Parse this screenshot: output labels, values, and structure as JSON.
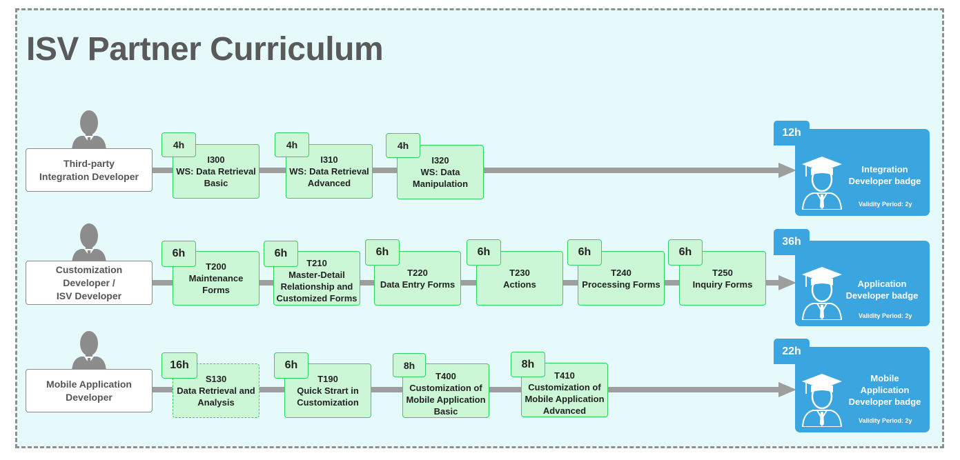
{
  "title": "ISV Partner Curriculum",
  "rows": [
    {
      "role": "Third-party\nIntegration Developer",
      "courses": [
        {
          "hours": "4h",
          "label": "I300\nWS: Data Retrieval\nBasic"
        },
        {
          "hours": "4h",
          "label": "I310\nWS: Data Retrieval\nAdvanced"
        },
        {
          "hours": "4h",
          "label": "I320\nWS: Data\nManipulation"
        }
      ],
      "badge": {
        "hours": "12h",
        "label": "Integration\nDeveloper badge",
        "validity": "Validity Period: 2y"
      }
    },
    {
      "role": "Customization\nDeveloper /\nISV Developer",
      "courses": [
        {
          "hours": "6h",
          "label": "T200\nMaintenance\nForms"
        },
        {
          "hours": "6h",
          "label": "T210\nMaster-Detail\nRelationship and\nCustomized Forms"
        },
        {
          "hours": "6h",
          "label": "T220\nData Entry Forms"
        },
        {
          "hours": "6h",
          "label": "T230\nActions"
        },
        {
          "hours": "6h",
          "label": "T240\nProcessing Forms"
        },
        {
          "hours": "6h",
          "label": "T250\nInquiry Forms"
        }
      ],
      "badge": {
        "hours": "36h",
        "label": "Application\nDeveloper badge",
        "validity": "Validity Period: 2y"
      }
    },
    {
      "role": "Mobile Application\nDeveloper",
      "courses": [
        {
          "hours": "16h",
          "label": "S130\nData Retrieval and\nAnalysis"
        },
        {
          "hours": "6h",
          "label": "T190\nQuick Strart in\nCustomization"
        },
        {
          "hours": "8h",
          "label": "T400\nCustomization of\nMobile Application\nBasic"
        },
        {
          "hours": "8h",
          "label": "T410\nCustomization of\nMobile Application\nAdvanced"
        }
      ],
      "badge": {
        "hours": "22h",
        "label": "Mobile\nApplication\nDeveloper badge",
        "validity": "Validity Period: 2y"
      }
    }
  ],
  "colors": {
    "course_fill": "#ccf7d7",
    "course_border": "#2fd460",
    "badge": "#3aa5de",
    "line": "#9e9e9e",
    "person": "#8c8c8c"
  },
  "icons": {
    "person": "person-icon",
    "graduate": "graduate-icon"
  }
}
